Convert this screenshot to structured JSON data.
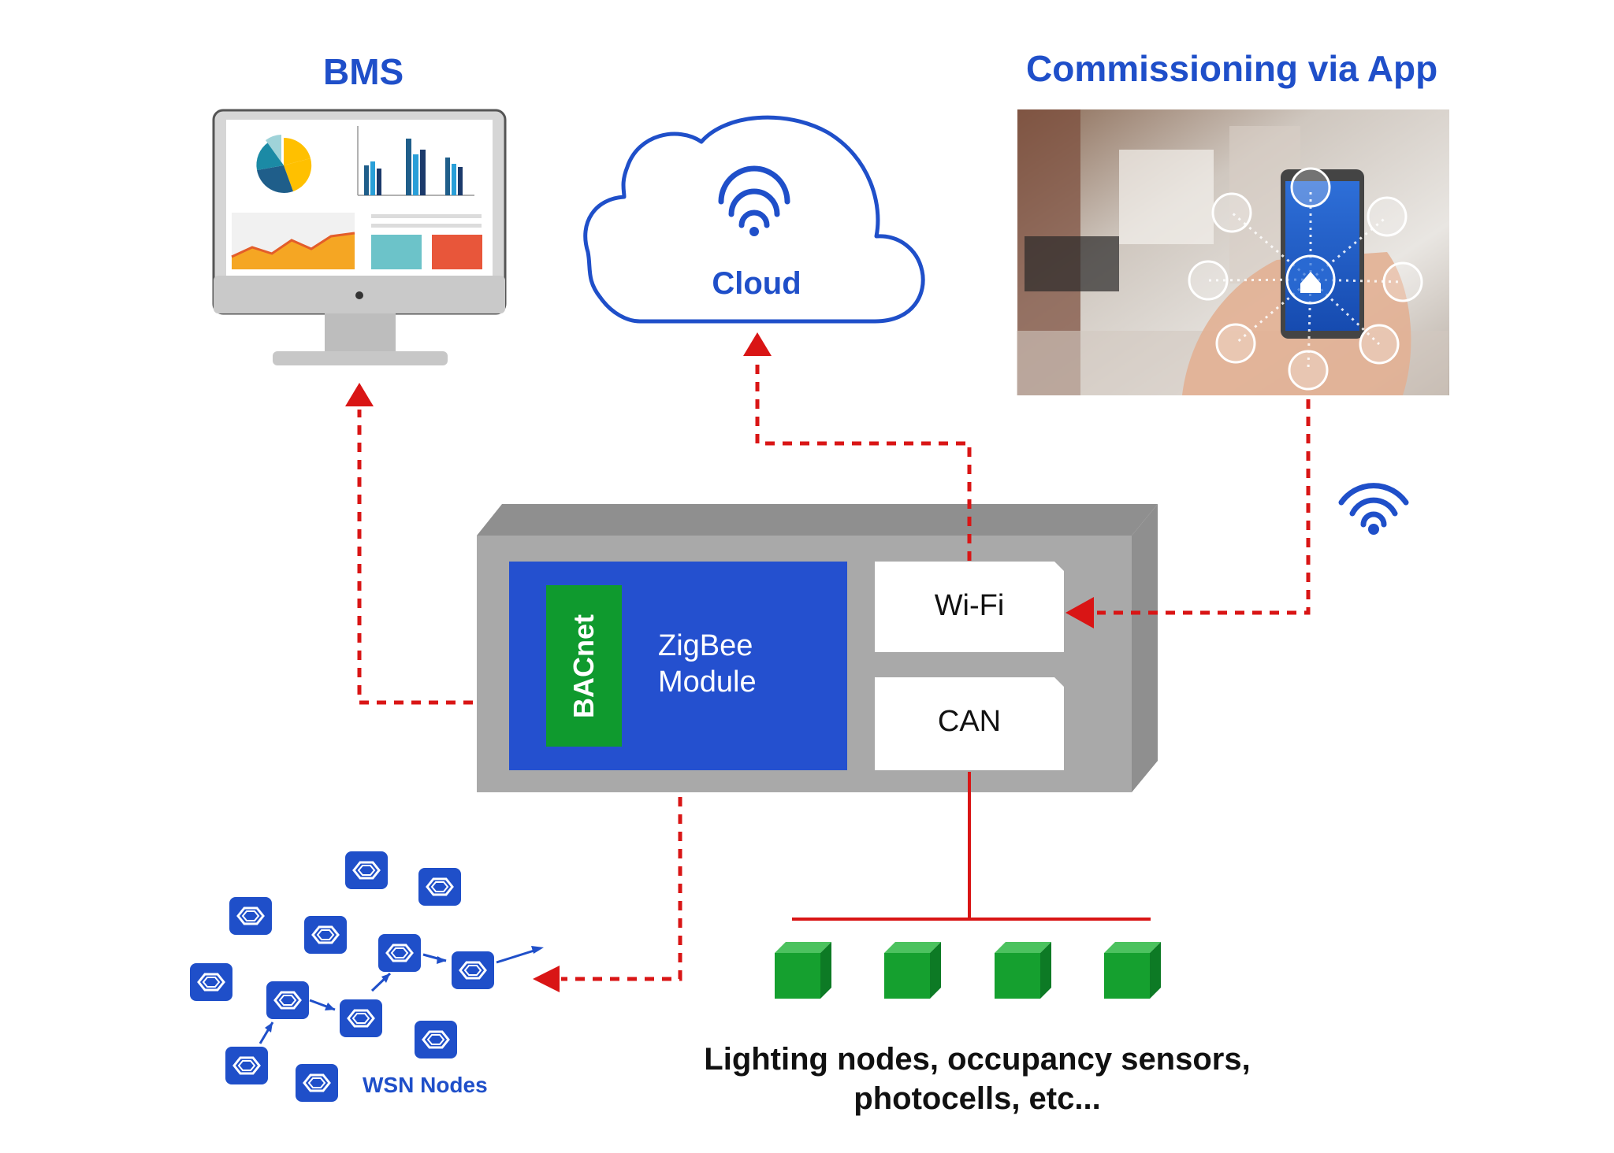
{
  "labels": {
    "bms": "BMS",
    "commissioning": "Commissioning via App",
    "cloud": "Cloud",
    "wifi": "Wi-Fi",
    "can": "CAN",
    "zigbee_line1": "ZigBee",
    "zigbee_line2": "Module",
    "bacnet": "BACnet",
    "wsn": "WSN Nodes",
    "caption_line1": "Lighting nodes, occupancy sensors,",
    "caption_line2": "photocells, etc..."
  },
  "colors": {
    "accent_blue": "#1f4fc9",
    "module_blue": "#2450cf",
    "bacnet_green": "#0f9a2e",
    "link_red": "#d91515",
    "box_gray": "#a9a9a9",
    "node_green": "#15a02f"
  },
  "icons": {
    "bms": "monitor-dashboard-icon",
    "cloud": "cloud-wifi-icon",
    "app": "smartphone-smart-home-photo",
    "wifi_signal": "wifi-icon",
    "wsn_node": "hexagon-node-icon",
    "lighting_node": "green-cube-icon"
  }
}
